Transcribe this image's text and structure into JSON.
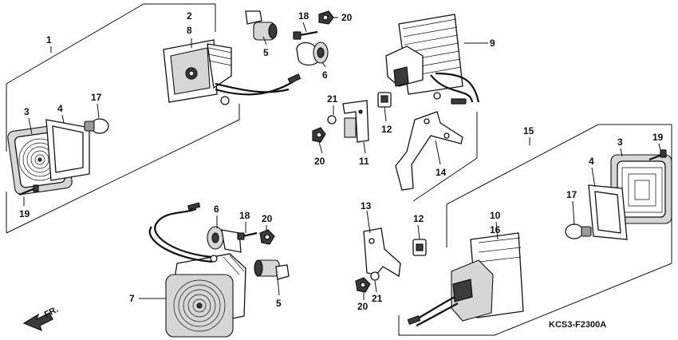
{
  "diagram_code": "KCS3-F2300A",
  "direction_label": "FR.",
  "callouts": [
    {
      "id": "c1",
      "label": "1"
    },
    {
      "id": "c2",
      "label": "2"
    },
    {
      "id": "c8",
      "label": "8"
    },
    {
      "id": "c3a",
      "label": "3"
    },
    {
      "id": "c4a",
      "label": "4"
    },
    {
      "id": "c17a",
      "label": "17"
    },
    {
      "id": "c19a",
      "label": "19"
    },
    {
      "id": "c5a",
      "label": "5"
    },
    {
      "id": "c18a",
      "label": "18"
    },
    {
      "id": "c20a",
      "label": "20"
    },
    {
      "id": "c6a",
      "label": "6"
    },
    {
      "id": "c9",
      "label": "9"
    },
    {
      "id": "c21a",
      "label": "21"
    },
    {
      "id": "c12a",
      "label": "12"
    },
    {
      "id": "c20b",
      "label": "20"
    },
    {
      "id": "c11",
      "label": "11"
    },
    {
      "id": "c14",
      "label": "14"
    },
    {
      "id": "c15",
      "label": "15"
    },
    {
      "id": "c3b",
      "label": "3"
    },
    {
      "id": "c19b",
      "label": "19"
    },
    {
      "id": "c4b",
      "label": "4"
    },
    {
      "id": "c17b",
      "label": "17"
    },
    {
      "id": "c6b",
      "label": "6"
    },
    {
      "id": "c18b",
      "label": "18"
    },
    {
      "id": "c20c",
      "label": "20"
    },
    {
      "id": "c5b",
      "label": "5"
    },
    {
      "id": "c7",
      "label": "7"
    },
    {
      "id": "c13",
      "label": "13"
    },
    {
      "id": "c12b",
      "label": "12"
    },
    {
      "id": "c10",
      "label": "10"
    },
    {
      "id": "c16",
      "label": "16"
    },
    {
      "id": "c20d",
      "label": "20"
    },
    {
      "id": "c21b",
      "label": "21"
    }
  ]
}
